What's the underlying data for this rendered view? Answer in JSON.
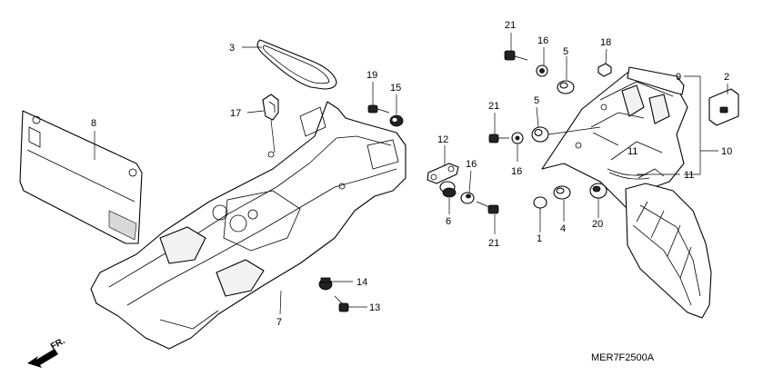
{
  "diagram": {
    "code": "MER7F2500A",
    "direction_label": "FR.",
    "colors": {
      "line": "#000000",
      "background": "#ffffff"
    },
    "callouts": [
      "1",
      "2",
      "3",
      "4",
      "5",
      "5",
      "6",
      "7",
      "8",
      "9",
      "10",
      "11",
      "11",
      "12",
      "13",
      "14",
      "15",
      "16",
      "16",
      "16",
      "17",
      "18",
      "19",
      "20",
      "21",
      "21",
      "21"
    ],
    "parts": {
      "p1": "1",
      "p2": "2",
      "p3": "3",
      "p4": "4",
      "p5a": "5",
      "p5b": "5",
      "p6": "6",
      "p7": "7",
      "p8": "8",
      "p9": "9",
      "p10": "10",
      "p11a": "11",
      "p11b": "11",
      "p12": "12",
      "p13": "13",
      "p14": "14",
      "p15": "15",
      "p16a": "16",
      "p16b": "16",
      "p16c": "16",
      "p17": "17",
      "p18": "18",
      "p19": "19",
      "p20": "20",
      "p21a": "21",
      "p21b": "21",
      "p21c": "21"
    }
  }
}
